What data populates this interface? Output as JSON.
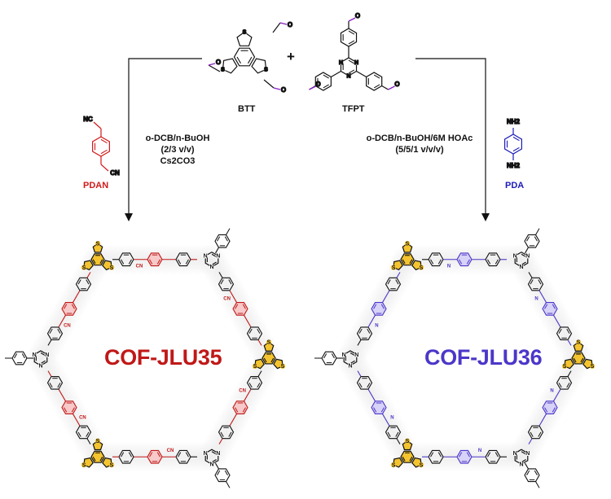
{
  "monomers": {
    "btt": "BTT",
    "tfpt": "TFPT",
    "plus": "+",
    "pdan": "PDAN",
    "pda": "PDA"
  },
  "conditions": {
    "left": {
      "line1": "o-DCB/n-BuOH",
      "line2": "(2/3 v/v)",
      "line3": "Cs2CO3"
    },
    "right": {
      "line1": "o-DCB/n-BuOH/6M HOAc",
      "line2": "(5/5/1 v/v/v)"
    }
  },
  "products": {
    "left": "COF-JLU35",
    "right": "COF-JLU36"
  },
  "atoms": {
    "N": "N",
    "S": "S",
    "O": "O",
    "NC": "NC",
    "CN": "CN",
    "NH2": "NH2"
  },
  "colors": {
    "pdan": "#d11a1a",
    "pda": "#1b1bb8",
    "aldehyde": "#8a1cc9",
    "btt_core": "#f4c430",
    "cof35": "#c01818",
    "cof36": "#4b37c9",
    "halo": "#d9d9d9"
  }
}
